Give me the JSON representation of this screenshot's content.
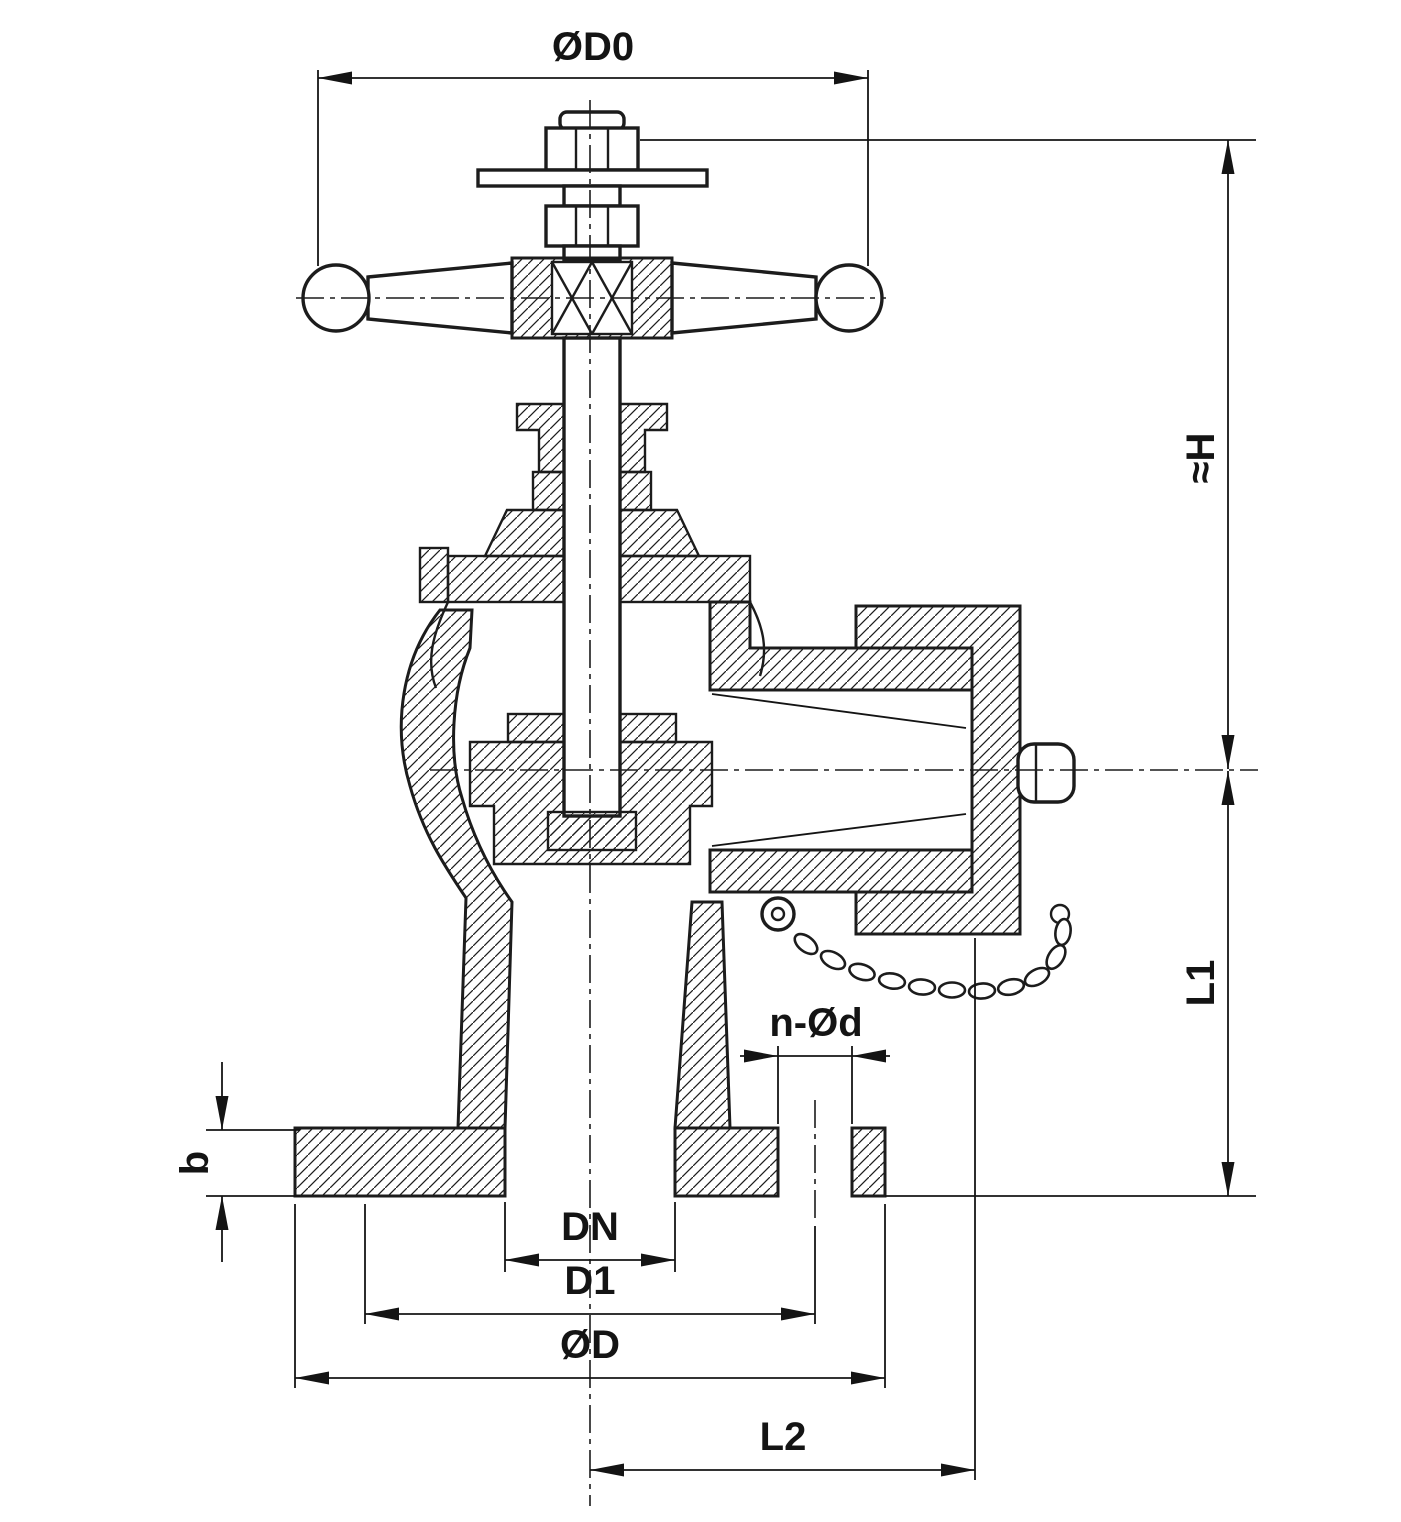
{
  "figure": {
    "kind": "technical-drawing",
    "component": "angle hose valve cross-section with handwheel, capped outlet and flanged base",
    "colors": {
      "ink": "#1c1c1c",
      "paper": "#ffffff"
    },
    "dimensions": {
      "handwheel_diameter": "ØD0",
      "overall_height": "≈H",
      "outlet_axis_to_base": "L1",
      "axis_to_outlet_face": "L2",
      "nominal_bore": "DN",
      "bolt_circle_diameter": "D1",
      "flange_outer_diameter": "ØD",
      "bolt_holes": "n-Ød",
      "flange_thickness": "b"
    }
  }
}
